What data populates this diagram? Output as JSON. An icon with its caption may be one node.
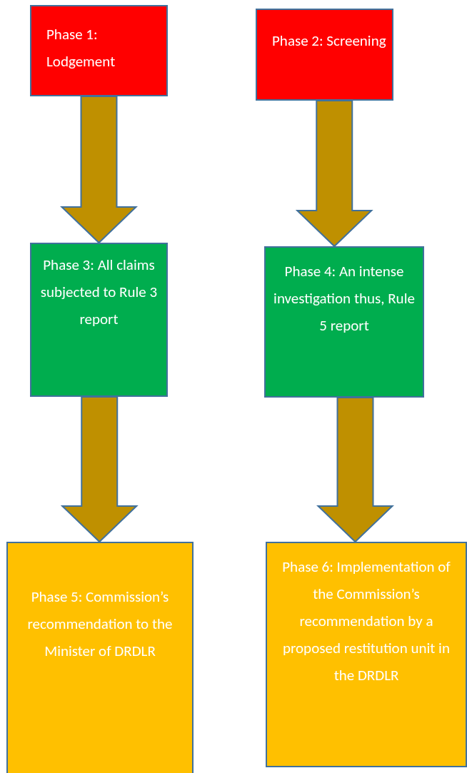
{
  "diagram": {
    "nodes": [
      {
        "text": [
          "Phase 1: Lodgement"
        ]
      },
      {
        "text": [
          "Phase 2: Screening"
        ]
      },
      {
        "text": [
          "Phase 3: All claims subjected to Rule 3 report"
        ]
      },
      {
        "text": [
          "Phase 4: An intense investigation thus, Rule 5 report"
        ]
      },
      {
        "text": [
          "Phase 5: Commission’s recommendation to the Minister of DRDLR"
        ]
      },
      {
        "text": [
          "Phase 6: Implementation of the Commission’s recommendation by a proposed restitution unit in the DRDLR"
        ]
      }
    ],
    "edges": [
      {
        "from": 0,
        "to": 2,
        "arrow": "to",
        "style": "thick"
      },
      {
        "from": 1,
        "to": 3,
        "arrow": "to",
        "style": "thick"
      },
      {
        "from": 2,
        "to": 4,
        "arrow": "to",
        "style": "thick"
      },
      {
        "from": 3,
        "to": 5,
        "arrow": "to",
        "style": "thick"
      }
    ]
  }
}
